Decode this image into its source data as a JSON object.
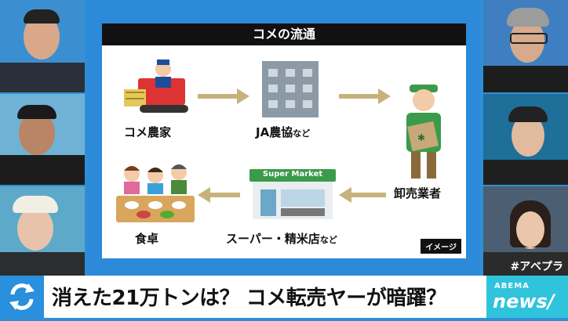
{
  "slide": {
    "title": "コメの流通",
    "nodes": {
      "farmer": "コメ農家",
      "ja": "JA農協",
      "ja_suffix": "など",
      "wholesaler": "卸売業者",
      "supermarket": "スーパー・精米店",
      "supermarket_suffix": "など",
      "table": "食卓"
    },
    "store_sign": "Super Market",
    "image_note": "イメージ"
  },
  "ticker": {
    "headline": "消えた21万トンは？ コメ転売ヤーが暗躍？"
  },
  "channel": {
    "logo_top": "ABEMA",
    "logo_main": "news/"
  },
  "hashtag": "#アベプラ",
  "colors": {
    "board": "#2d8ad8",
    "arrow": "#c7b27c",
    "logo": "#30c3dc",
    "ticker_icon": "#2a8fdc"
  }
}
